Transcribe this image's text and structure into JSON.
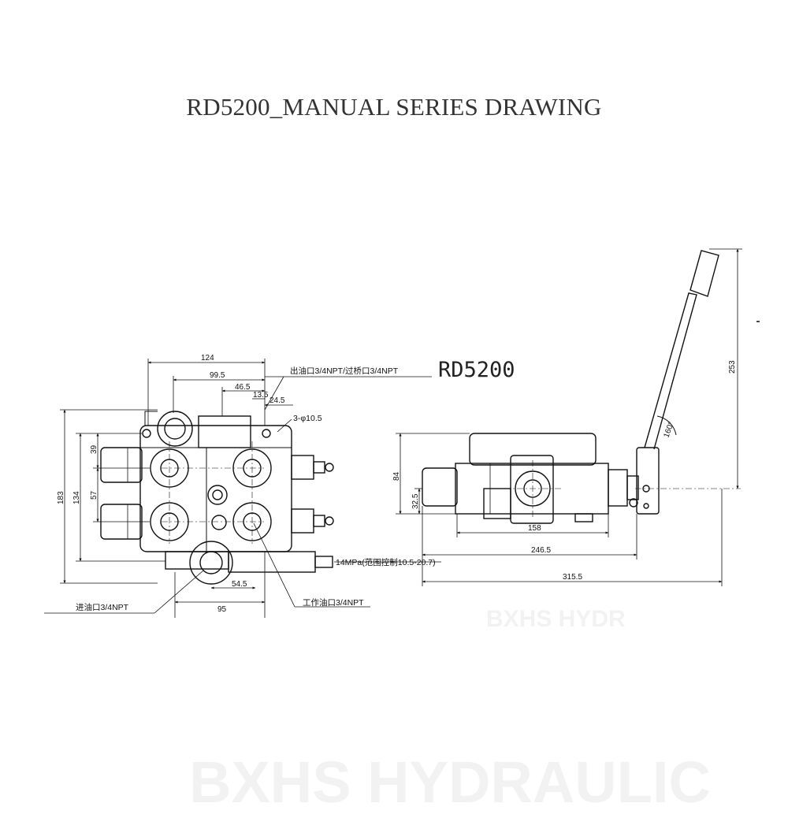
{
  "title": "RD5200_MANUAL  SERIES DRAWING",
  "model_label": "RD5200",
  "watermarks": {
    "small": "BXHS HYDR",
    "large": "BXHS HYDRAULIC"
  },
  "front_view": {
    "dims": {
      "width_top": "124",
      "width_99_5": "99.5",
      "width_46_5": "46.5",
      "width_13_5": "13.5",
      "width_24_5": "24.5",
      "height_total": "183",
      "height_134": "134",
      "height_39": "39",
      "height_57": "57",
      "bottom_54_5": "54.5",
      "bottom_95": "95"
    },
    "callouts": {
      "outlet": "出油口3/4NPT/过桥口3/4NPT",
      "mount_holes": "3-φ10.5",
      "relief": "14MPa(范围控制10.5-20.7)",
      "inlet": "进油口3/4NPT",
      "work_port": "工作油口3/4NPT"
    }
  },
  "side_view": {
    "dims": {
      "height_84": "84",
      "height_32_5": "32.5",
      "length_158": "158",
      "length_246_5": "246.5",
      "length_315_5": "315.5",
      "lever_height": "253",
      "lever_angle": "160°"
    }
  },
  "colors": {
    "line": "#111111",
    "title": "#333333"
  }
}
